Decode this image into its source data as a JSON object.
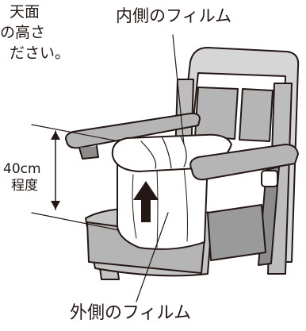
{
  "instruction": {
    "line1": "天面",
    "line2": "の高さ",
    "line3": "ださい。"
  },
  "labels": {
    "inner_film": "内側のフィルム",
    "outer_film": "外側のフィルム",
    "height_value": "40cm",
    "height_qualifier": "程度"
  },
  "colors": {
    "ink": "#231815",
    "film": "#ffffff",
    "seat_gray": "#d6d6d6",
    "seat_mid": "#b5b5b5",
    "seat_dark": "#8c8c8c"
  }
}
